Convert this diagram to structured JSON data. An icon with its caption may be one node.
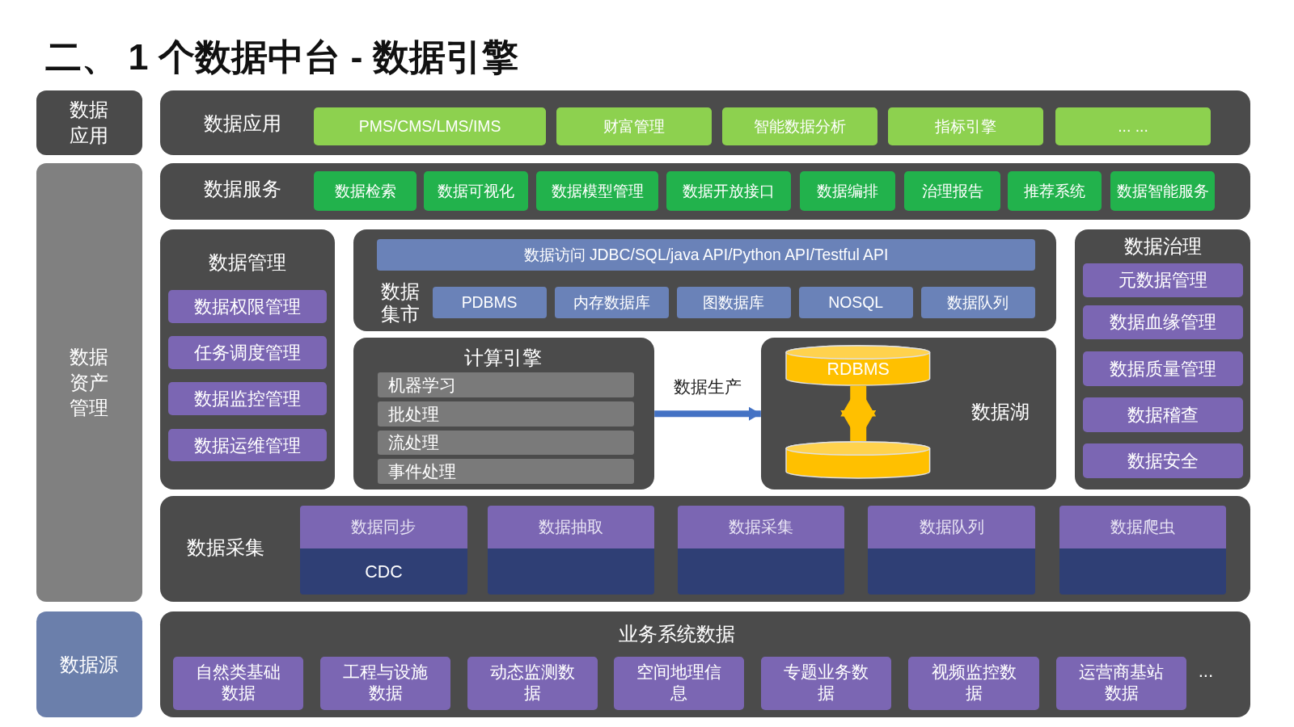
{
  "diagram": {
    "title": "二、 1 个数据中台 - 数据引擎",
    "nodes": [
      {
        "text": [
          "数据应用"
        ]
      },
      {
        "text": [
          "数据资产管理"
        ]
      },
      {
        "text": [
          "数据源"
        ]
      },
      {
        "text": [
          "数据应用"
        ]
      },
      {
        "text": [
          "PMS/CMS/LMS/IMS"
        ],
        "in": 3
      },
      {
        "text": [
          "财富管理"
        ],
        "in": 3
      },
      {
        "text": [
          "智能数据分析"
        ],
        "in": 3
      },
      {
        "text": [
          "指标引擎"
        ],
        "in": 3
      },
      {
        "text": [
          "... ..."
        ],
        "in": 3
      },
      {
        "text": [
          "数据服务"
        ]
      },
      {
        "text": [
          "数据检索"
        ],
        "in": 9
      },
      {
        "text": [
          "数据可视化"
        ],
        "in": 9
      },
      {
        "text": [
          "数据模型管理"
        ],
        "in": 9
      },
      {
        "text": [
          "数据开放接口"
        ],
        "in": 9
      },
      {
        "text": [
          "数据编排"
        ],
        "in": 9
      },
      {
        "text": [
          "治理报告"
        ],
        "in": 9
      },
      {
        "text": [
          "推荐系统"
        ],
        "in": 9
      },
      {
        "text": [
          "数据智能服务"
        ],
        "in": 9
      },
      {
        "text": [
          "数据管理"
        ]
      },
      {
        "text": [
          "数据权限管理"
        ],
        "in": 18
      },
      {
        "text": [
          "任务调度管理"
        ],
        "in": 18
      },
      {
        "text": [
          "数据监控管理"
        ],
        "in": 18
      },
      {
        "text": [
          "数据运维管理"
        ],
        "in": 18
      },
      {
        "text": [
          "数据集市"
        ]
      },
      {
        "text": [
          "数据访问 JDBC/SQL/java API/Python API/Testful API"
        ],
        "in": 23
      },
      {
        "text": [
          "PDBMS"
        ],
        "in": 23
      },
      {
        "text": [
          "内存数据库"
        ],
        "in": 23
      },
      {
        "text": [
          "图数据库"
        ],
        "in": 23
      },
      {
        "text": [
          "NOSQL"
        ],
        "in": 23
      },
      {
        "text": [
          "数据队列"
        ],
        "in": 23
      },
      {
        "text": [
          "计算引擎"
        ]
      },
      {
        "text": [
          "机器学习"
        ],
        "in": 30
      },
      {
        "text": [
          "批处理"
        ],
        "in": 30
      },
      {
        "text": [
          "流处理"
        ],
        "in": 30
      },
      {
        "text": [
          "事件处理"
        ],
        "in": 30
      },
      {
        "text": [
          "数据湖"
        ]
      },
      {
        "text": [
          "RDBMS"
        ],
        "in": 35
      },
      {
        "text": [],
        "shape": "cylinder",
        "in": 35
      },
      {
        "text": [
          "数据治理"
        ]
      },
      {
        "text": [
          "元数据管理"
        ],
        "in": 38
      },
      {
        "text": [
          "数据血缘管理"
        ],
        "in": 38
      },
      {
        "text": [
          "数据质量管理"
        ],
        "in": 38
      },
      {
        "text": [
          "数据稽查"
        ],
        "in": 38
      },
      {
        "text": [
          "数据安全"
        ],
        "in": 38
      },
      {
        "text": [
          "数据采集"
        ]
      },
      {
        "text": [
          "数据同步",
          "CDC"
        ],
        "in": 44
      },
      {
        "text": [
          "数据抽取"
        ],
        "in": 44
      },
      {
        "text": [
          "数据采集"
        ],
        "in": 44
      },
      {
        "text": [
          "数据队列"
        ],
        "in": 44
      },
      {
        "text": [
          "数据爬虫"
        ],
        "in": 44
      },
      {
        "text": [
          "业务系统数据"
        ]
      },
      {
        "text": [
          "自然类基础数据"
        ],
        "in": 50
      },
      {
        "text": [
          "工程与设施数据"
        ],
        "in": 50
      },
      {
        "text": [
          "动态监测数据"
        ],
        "in": 50
      },
      {
        "text": [
          "空间地理信息"
        ],
        "in": 50
      },
      {
        "text": [
          "专题业务数据"
        ],
        "in": 50
      },
      {
        "text": [
          "视频监控数据"
        ],
        "in": 50
      },
      {
        "text": [
          "运营商基站数据"
        ],
        "in": 50
      }
    ],
    "edges": [
      {
        "from": 30,
        "to": 35,
        "arrow": "to",
        "label": "数据生产",
        "color": "#4472c4"
      },
      {
        "from": 36,
        "to": 37,
        "arrow": "both",
        "style": "thick",
        "color": "#ffc000"
      }
    ],
    "labels": [
      "..."
    ]
  }
}
